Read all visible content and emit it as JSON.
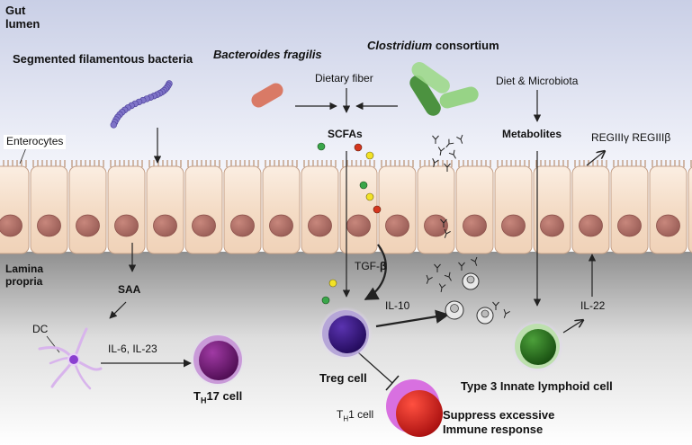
{
  "zones": {
    "lumen": "Gut\nlumen",
    "enterocytes": "Enterocytes",
    "lamina_propria": "Lamina\npropria"
  },
  "bacteria": {
    "sfb": "Segmented filamentous bacteria",
    "bfragilis": "Bacteroides fragilis",
    "clostridium_genus": "Clostridium",
    "clostridium_rest": " consortium"
  },
  "inputs": {
    "dietary_fiber": "Dietary fiber",
    "diet_microbiota": "Diet & Microbiota"
  },
  "molecules": {
    "scfas": "SCFAs",
    "metabolites": "Metabolites",
    "reg3": "REGIIIγ REGIIIβ",
    "saa": "SAA",
    "tgfb_prefix": "TGF-",
    "tgfb_symbol": "β",
    "il10": "IL-10",
    "il22": "IL-22",
    "il6_il23": "IL-6, IL-23"
  },
  "cells": {
    "dc": "DC",
    "th17_t": "T",
    "th17_sub": "H",
    "th17_rest": "17 cell",
    "treg": "Treg cell",
    "th1_t": "T",
    "th1_sub": "H",
    "th1_rest": "1 cell",
    "ilc3": "Type 3 Innate lymphoid cell"
  },
  "outcome": {
    "line1": "Suppress excessive",
    "line2": "Immune response"
  },
  "colors": {
    "lumen_top": "#c9cfe6",
    "lumen_bottom": "#f4f5fb",
    "lamina_top": "#8f8f8f",
    "lamina_bottom": "#ffffff",
    "enterocyte": "#f4dcc6",
    "nucleus": "#b0736a",
    "sfb": "#7f74c8",
    "bfragilis": "#d97a66",
    "clostridium": "#8fd07a",
    "treg": "#3a1685",
    "th17": "#7a1a7e",
    "th1_outer": "#d870e0",
    "th1_inner": "#d71f1f",
    "ilc3": "#2c7a1e",
    "dc": "#d8b4ec",
    "scfa_green": "#3aa64a",
    "scfa_red": "#d4361e",
    "scfa_yellow": "#f2e226"
  }
}
